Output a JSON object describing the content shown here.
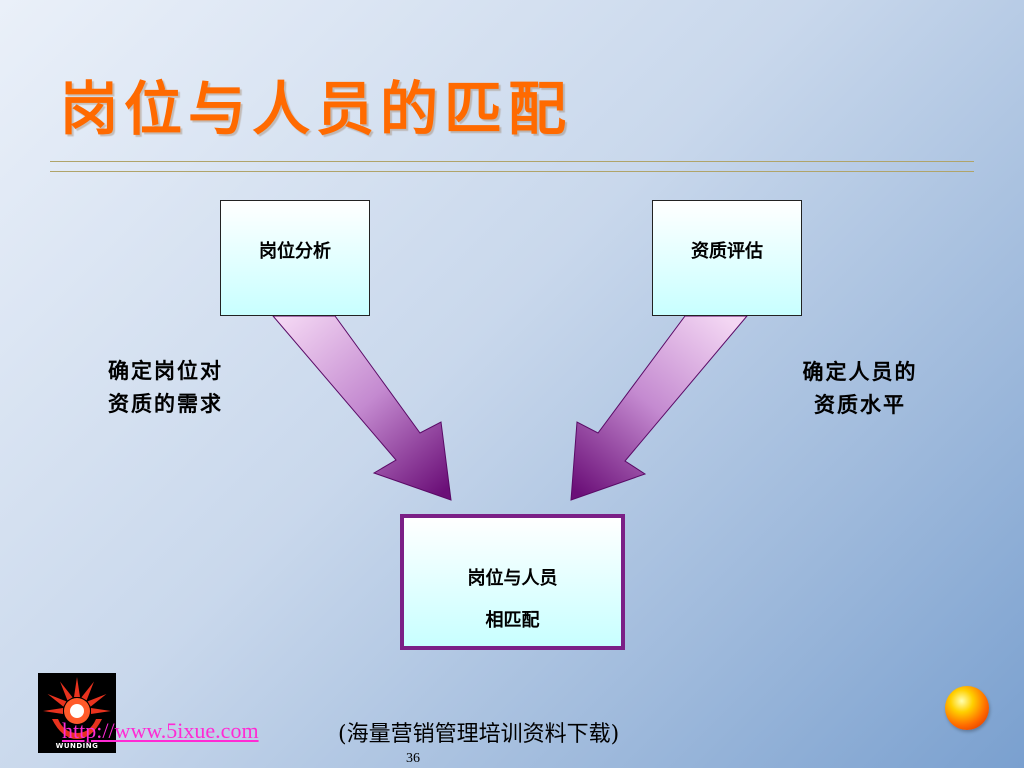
{
  "slide": {
    "title": "岗位与人员的匹配",
    "boxes": {
      "left": "岗位分析",
      "right": "资质评估",
      "result_line1": "岗位与人员",
      "result_line2": "相匹配"
    },
    "notes": {
      "left_line1": "确定岗位对",
      "left_line2": "资质的需求",
      "right_line1": "确定人员的",
      "right_line2": "资质水平"
    }
  },
  "footer": {
    "link_text": "http://www.5ixue.com",
    "note": "(海量营销管理培训资料下载)",
    "page_number": "36",
    "logo_text": "WUNDING"
  },
  "colors": {
    "title": "#ff6a00",
    "arrow_start": "#f3d6f3",
    "arrow_end": "#6b0f78",
    "result_border": "#7b1f86",
    "link": "#ff2ad4"
  }
}
